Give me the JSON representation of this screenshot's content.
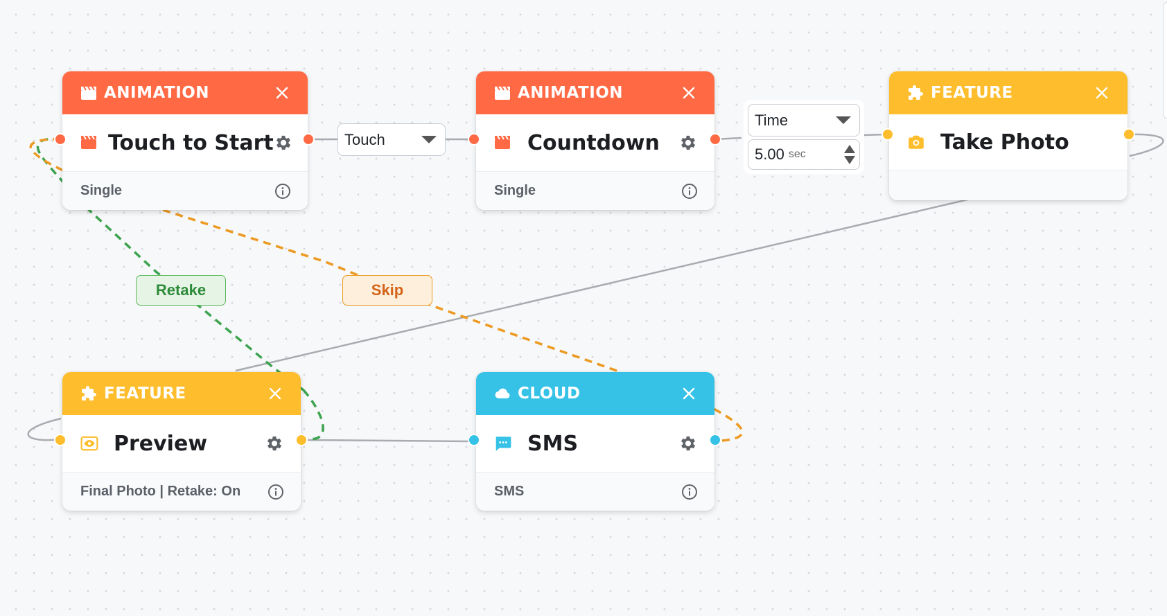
{
  "colors": {
    "animation": "#ff6a45",
    "feature": "#fdbd2c",
    "cloud": "#35c2e6",
    "retake_edge": "#3da34f",
    "skip_edge": "#ec9a22",
    "plain_edge": "#a8abb0"
  },
  "nodes": {
    "touch_to_start": {
      "type_label": "ANIMATION",
      "type_icon": "clapperboard-icon",
      "title": "Touch to Start",
      "title_icon": "clapperboard-icon",
      "subtitle": "Single"
    },
    "countdown": {
      "type_label": "ANIMATION",
      "type_icon": "clapperboard-icon",
      "title": "Countdown",
      "title_icon": "clapperboard-icon",
      "subtitle": "Single"
    },
    "take_photo": {
      "type_label": "FEATURE",
      "type_icon": "puzzle-icon",
      "title": "Take Photo",
      "title_icon": "camera-icon",
      "subtitle": ""
    },
    "preview": {
      "type_label": "FEATURE",
      "type_icon": "puzzle-icon",
      "title": "Preview",
      "title_icon": "eye-icon",
      "subtitle": "Final Photo | Retake: On"
    },
    "sms": {
      "type_label": "CLOUD",
      "type_icon": "cloud-icon",
      "title": "SMS",
      "title_icon": "chat-icon",
      "subtitle": "SMS"
    }
  },
  "edges": {
    "touch_trigger": {
      "selected": "Touch"
    },
    "countdown_trigger": {
      "selected": "Time",
      "value": "5.00",
      "unit": "sec"
    },
    "retake_label": "Retake",
    "skip_label": "Skip"
  }
}
